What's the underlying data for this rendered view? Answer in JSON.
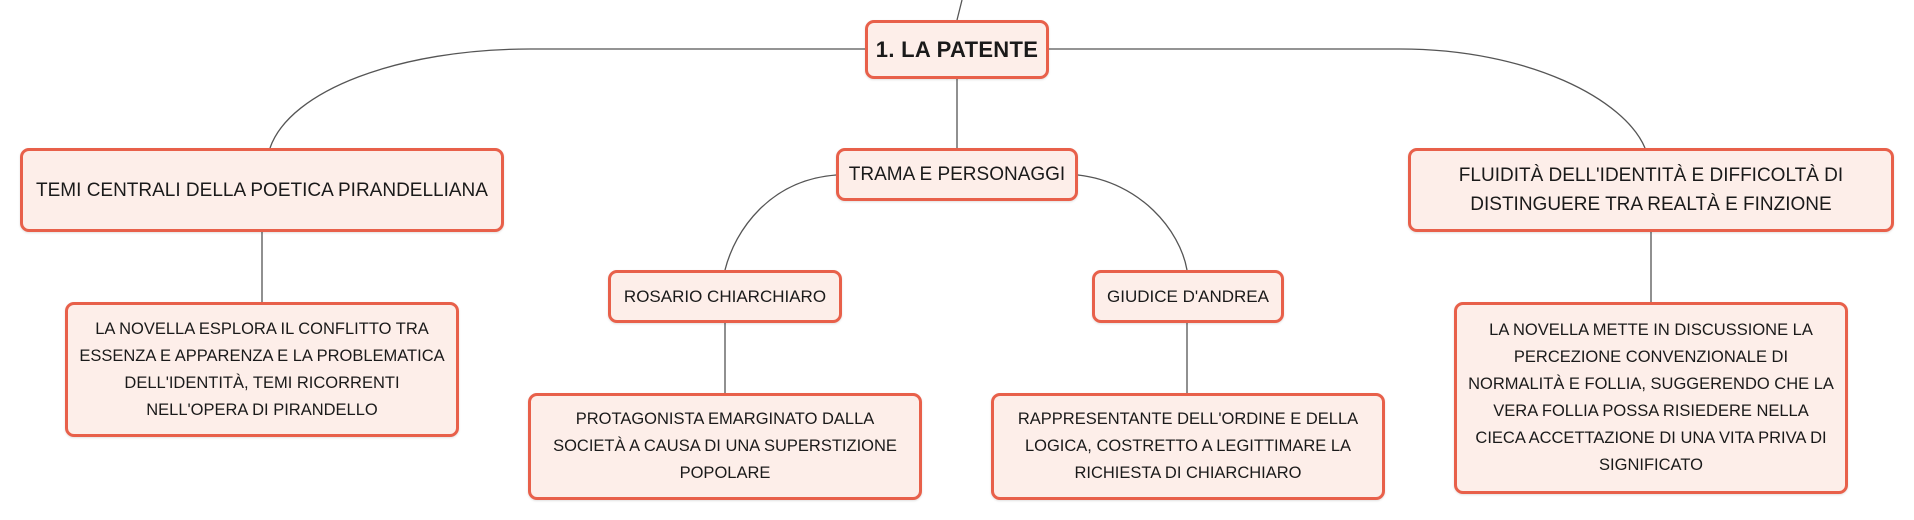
{
  "map": {
    "root": "1. LA PATENTE",
    "temi": "TEMI CENTRALI DELLA POETICA PIRANDELLIANA",
    "temi_detail": "LA NOVELLA ESPLORA IL CONFLITTO TRA ESSENZA E APPARENZA E LA PROBLEMATICA DELL'IDENTITÀ, TEMI RICORRENTI NELL'OPERA DI PIRANDELLO",
    "trama": "TRAMA E PERSONAGGI",
    "rosario": "ROSARIO CHIARCHIARO",
    "rosario_detail": "PROTAGONISTA EMARGINATO DALLA SOCIETÀ A CAUSA DI UNA SUPERSTIZIONE POPOLARE",
    "giudice": "GIUDICE D'ANDREA",
    "giudice_detail": "RAPPRESENTANTE DELL'ORDINE E DELLA LOGICA, COSTRETTO A LEGITTIMARE LA RICHIESTA DI CHIARCHIARO",
    "fluidita": "FLUIDITÀ DELL'IDENTITÀ E DIFFICOLTÀ DI DISTINGUERE TRA REALTÀ E FINZIONE",
    "fluidita_detail": "LA NOVELLA METTE IN DISCUSSIONE LA PERCEZIONE CONVENZIONALE DI NORMALITÀ E FOLLIA, SUGGERENDO CHE LA VERA FOLLIA POSSA RISIEDERE NELLA CIECA ACCETTAZIONE DI UNA VITA PRIVA DI SIGNIFICATO"
  }
}
